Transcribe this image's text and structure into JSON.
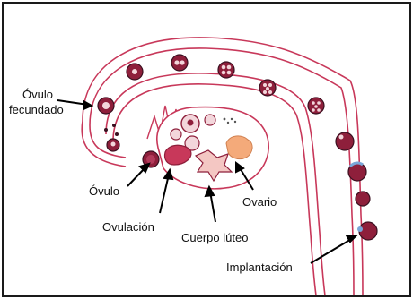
{
  "labels": {
    "ovulo_fecundado_line1": "Óvulo",
    "ovulo_fecundado_line2": "fecundado",
    "ovulo": "Óvulo",
    "ovulacion": "Ovulación",
    "cuerpo_luteo": "Cuerpo lúteo",
    "ovario": "Ovario",
    "implantacion": "Implantación"
  },
  "colors": {
    "tube_line": "#c8385a",
    "cell_fill": "#8e1f3b",
    "cell_ring": "#3a1020",
    "follicle_fill": "#f3d6db",
    "corpus_luteum": "#f4c7c3",
    "ovary_body": "#f4aa7a",
    "embryo_spot": "#7aa6d8"
  }
}
